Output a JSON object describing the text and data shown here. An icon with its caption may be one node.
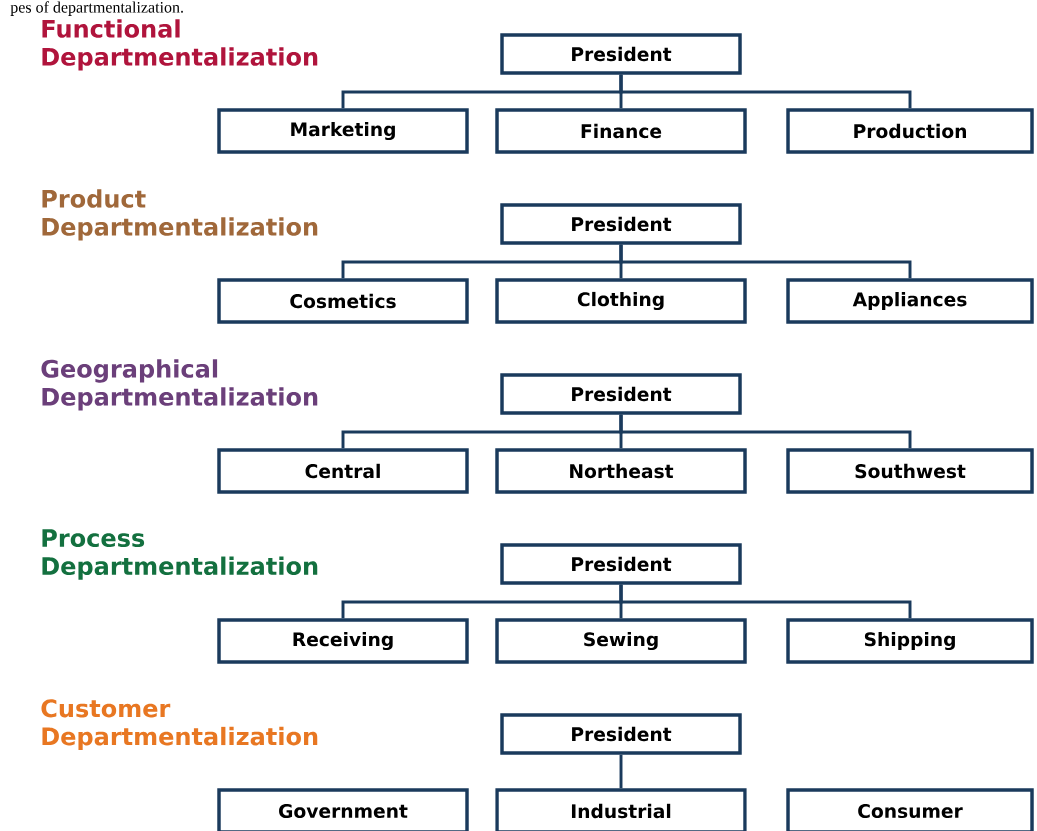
{
  "diagram": {
    "nodes": [
      {
        "text": [
          "President"
        ]
      },
      {
        "text": [
          "Marketing"
        ]
      },
      {
        "text": [
          "Finance"
        ]
      },
      {
        "text": [
          "Production"
        ]
      },
      {
        "text": [
          "President"
        ]
      },
      {
        "text": [
          "Cosmetics"
        ]
      },
      {
        "text": [
          "Clothing"
        ]
      },
      {
        "text": [
          "Appliances"
        ]
      },
      {
        "text": [
          "President"
        ]
      },
      {
        "text": [
          "Central"
        ]
      },
      {
        "text": [
          "Northeast"
        ]
      },
      {
        "text": [
          "Southwest"
        ]
      },
      {
        "text": [
          "President"
        ]
      },
      {
        "text": [
          "Receiving"
        ]
      },
      {
        "text": [
          "Sewing"
        ]
      },
      {
        "text": [
          "Shipping"
        ]
      },
      {
        "text": [
          "President"
        ]
      },
      {
        "text": [
          "Government"
        ]
      },
      {
        "text": [
          "Industrial"
        ]
      },
      {
        "text": [
          "Consumer"
        ]
      }
    ],
    "edges": [
      {
        "from": 0,
        "to": 1,
        "arrow": "none"
      },
      {
        "from": 0,
        "to": 2,
        "arrow": "none"
      },
      {
        "from": 0,
        "to": 3,
        "arrow": "none"
      },
      {
        "from": 4,
        "to": 5,
        "arrow": "none"
      },
      {
        "from": 4,
        "to": 6,
        "arrow": "none"
      },
      {
        "from": 4,
        "to": 7,
        "arrow": "none"
      },
      {
        "from": 8,
        "to": 9,
        "arrow": "none"
      },
      {
        "from": 8,
        "to": 10,
        "arrow": "none"
      },
      {
        "from": 8,
        "to": 11,
        "arrow": "none"
      },
      {
        "from": 12,
        "to": 13,
        "arrow": "none"
      },
      {
        "from": 12,
        "to": 14,
        "arrow": "none"
      },
      {
        "from": 12,
        "to": 15,
        "arrow": "none"
      },
      {
        "from": 16,
        "to": 18,
        "arrow": "none"
      }
    ],
    "labels": [
      "pes of departmentalization.",
      "Functional Departmentalization",
      "Product Departmentalization",
      "Geographical Departmentalization",
      "Process Departmentalization",
      "Customer Departmentalization"
    ]
  }
}
